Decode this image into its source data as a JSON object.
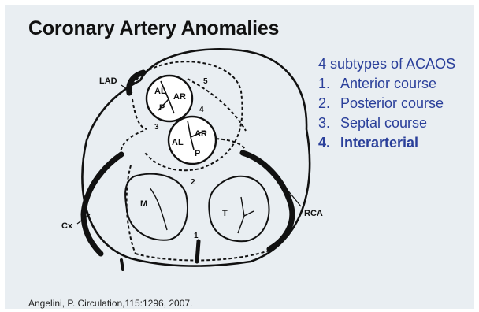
{
  "slide": {
    "title": "Coronary Artery Anomalies",
    "subtypes_heading": "4 subtypes of ACAOS",
    "subtypes": [
      {
        "num": "1.",
        "label": "Anterior course",
        "highlight": false
      },
      {
        "num": "2.",
        "label": "Posterior course",
        "highlight": false
      },
      {
        "num": "3.",
        "label": "Septal course",
        "highlight": false
      },
      {
        "num": "4.",
        "label": "Interarterial",
        "highlight": true
      }
    ],
    "citation": "Angelini, P. Circulation,115:1296, 2007."
  },
  "diagram": {
    "artery_labels": {
      "lad": "LAD",
      "cx": "Cx",
      "rca": "RCA"
    },
    "pulmonary_valve": {
      "al": "AL",
      "ar": "AR",
      "p": "P"
    },
    "aortic_valve": {
      "ar": "AR",
      "al": "AL",
      "p": "P"
    },
    "mitral": "M",
    "tricuspid": "T",
    "course_numbers": {
      "one": "1",
      "two": "2",
      "three": "3",
      "four": "4",
      "five": "5"
    }
  },
  "colors": {
    "background": "#e9eef2",
    "accent": "#2a3f9a",
    "title": "#111111"
  }
}
